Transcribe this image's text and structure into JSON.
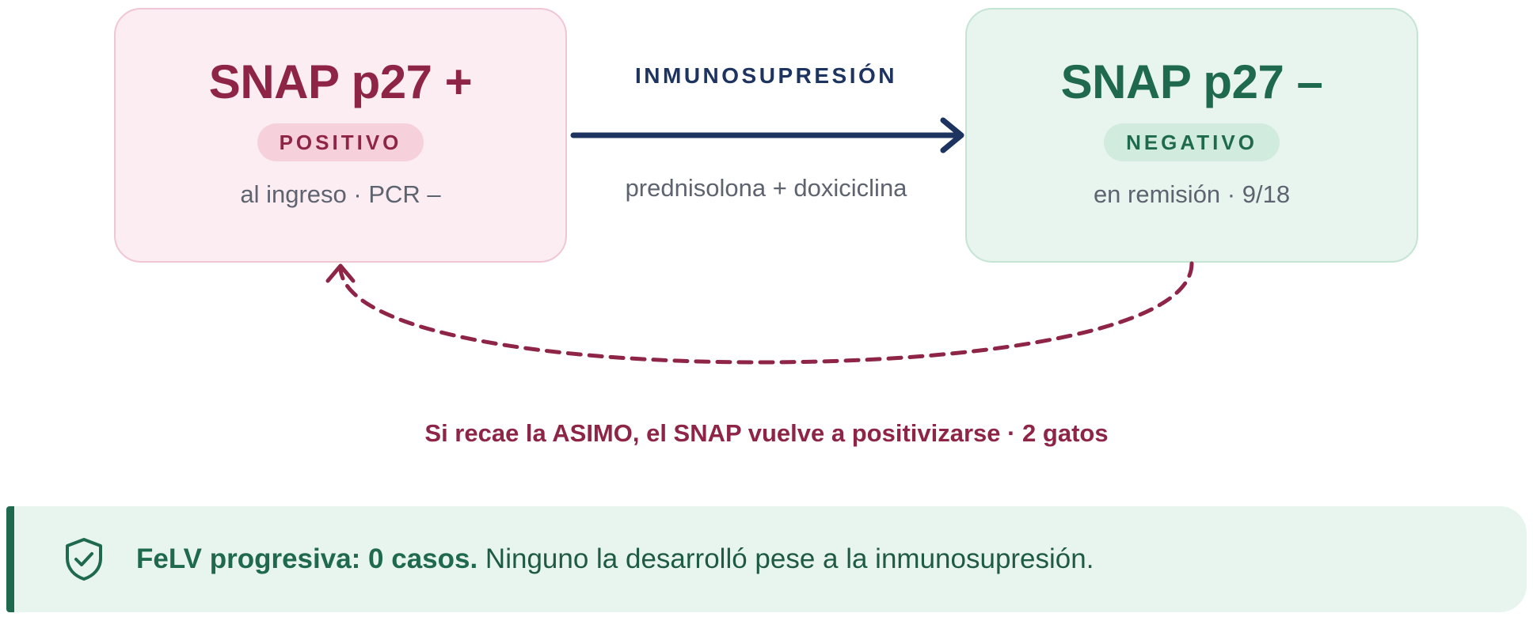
{
  "positive_box": {
    "title": "SNAP p27 +",
    "badge": "POSITIVO",
    "subtitle": "al ingreso · PCR –"
  },
  "negative_box": {
    "title": "SNAP p27 –",
    "badge": "NEGATIVO",
    "subtitle": "en remisión · 9/18"
  },
  "transition": {
    "label": "INMUNOSUPRESIÓN",
    "treatment": "prednisolona + doxiciclina"
  },
  "relapse": {
    "note": "Si recae la ASIMO, el SNAP vuelve a positivizarse · 2 gatos"
  },
  "callout": {
    "icon": "shield-check-icon",
    "strong": "FeLV progresiva: 0 casos.",
    "text": " Ninguno la desarrolló pese a la inmunosupresión."
  },
  "colors": {
    "positive": "#8e2446",
    "negative": "#1f6a4e",
    "arrow": "#1d3461"
  }
}
